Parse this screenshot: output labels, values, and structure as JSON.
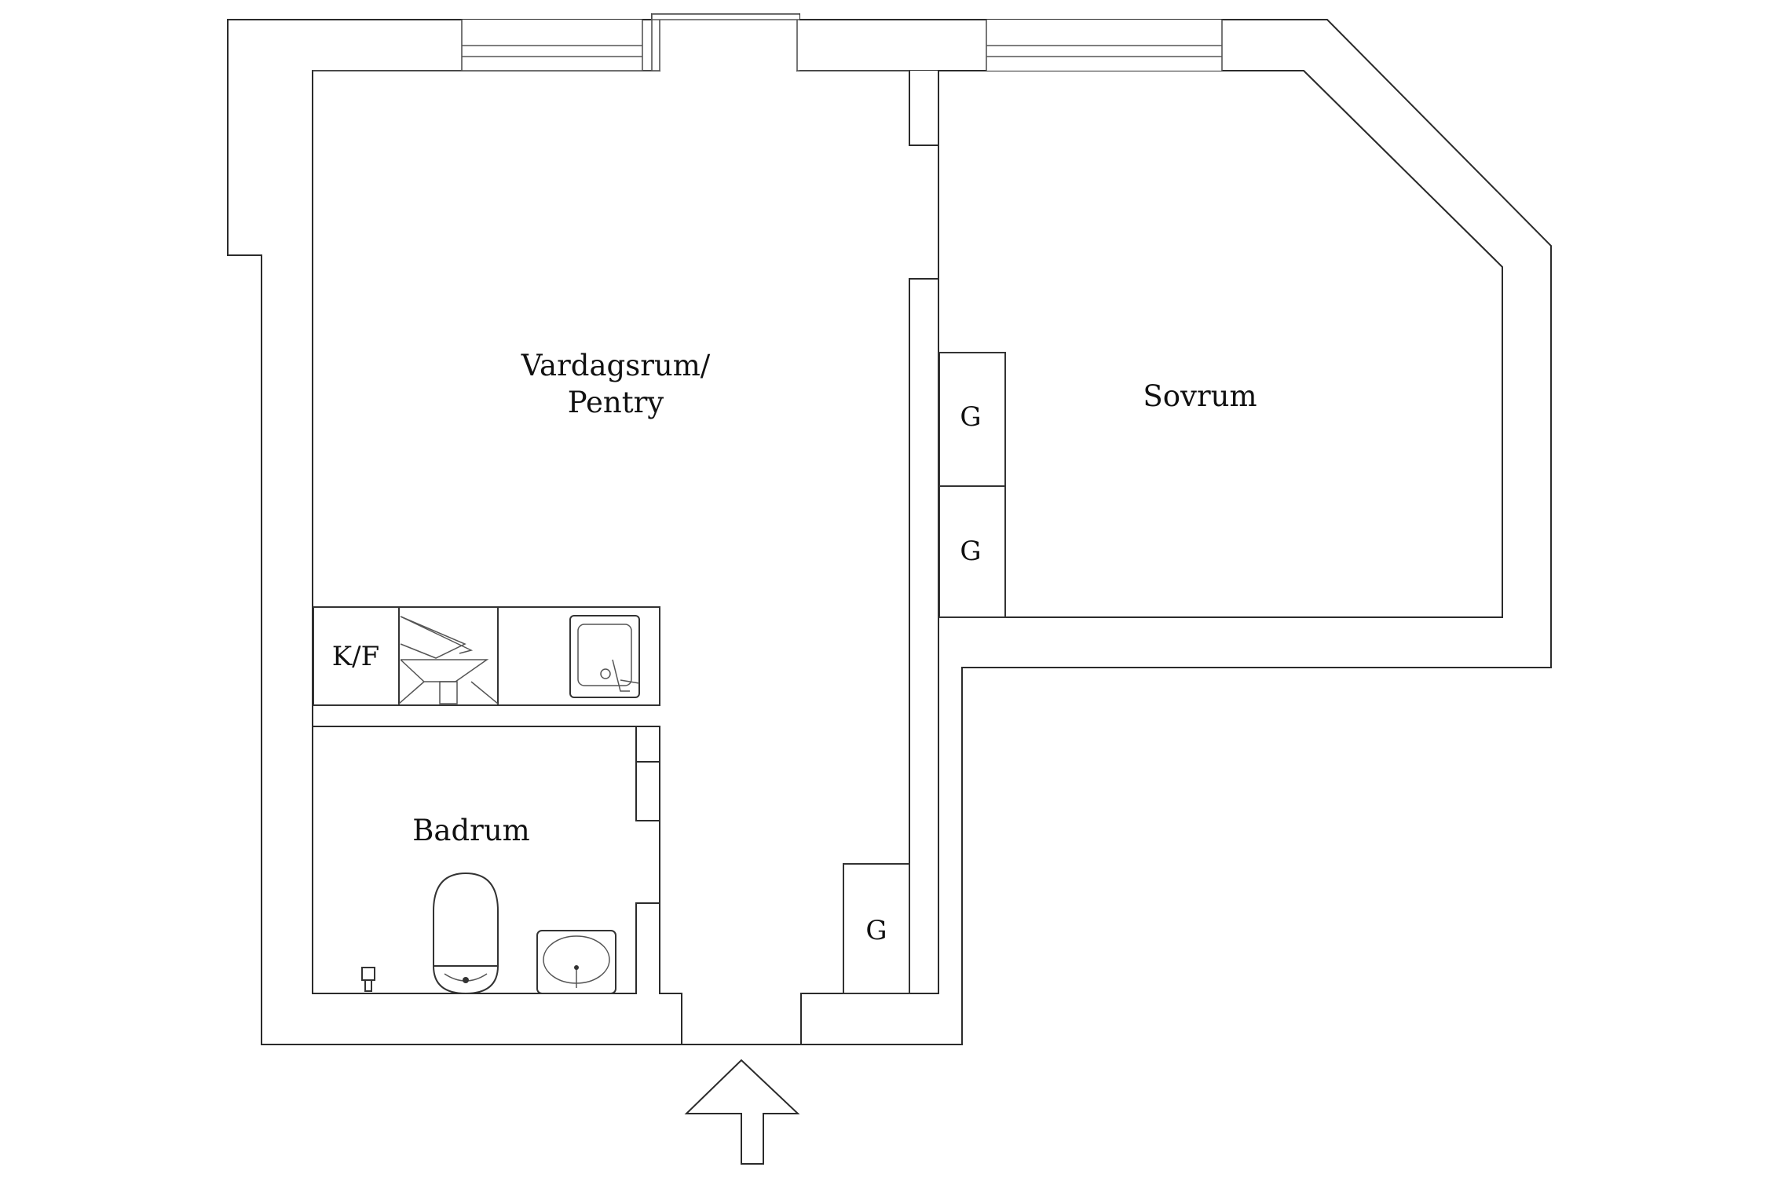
{
  "rooms": {
    "living_line1": "Vardagsrum/",
    "living_line2": "Pentry",
    "bedroom": "Sovrum",
    "bathroom": "Badrum"
  },
  "fixtures": {
    "fridge_freezer": "K/F",
    "closet": "G"
  }
}
